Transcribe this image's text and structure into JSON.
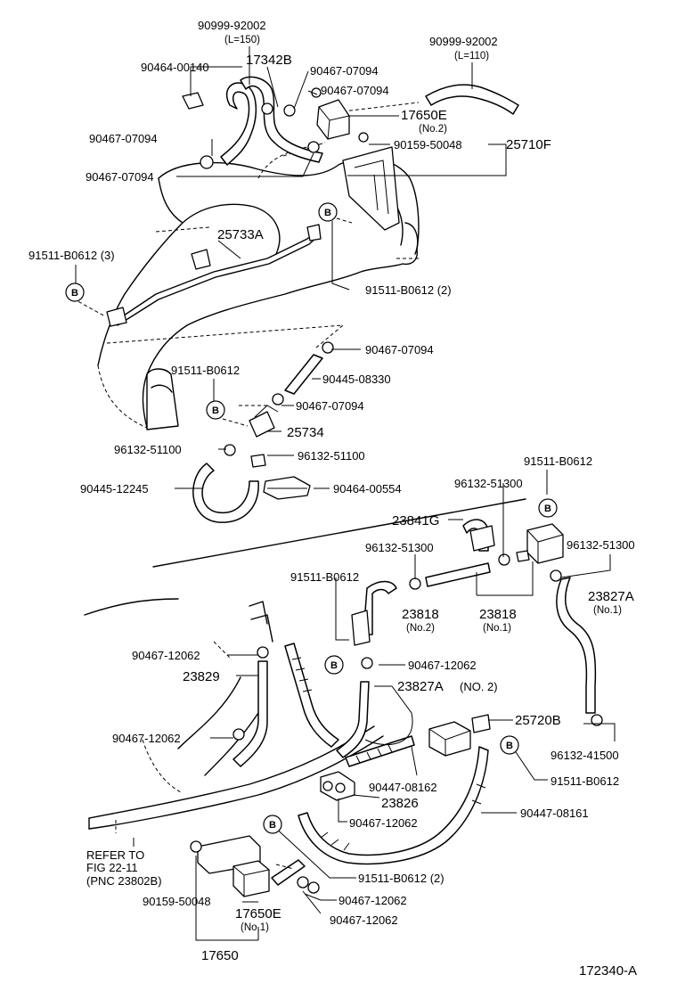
{
  "diagram_id": "172340-A",
  "refer_note": {
    "line1": "REFER TO",
    "line2": "FIG 22-11",
    "line3": "(PNC 23802B)"
  },
  "badge_letter": "B",
  "labels": {
    "l_90999_92002_a": "90999-92002",
    "l_L150": "(L=150)",
    "l_17342B": "17342B",
    "l_90464_00140": "90464-00140",
    "l_90467_07094_a": "90467-07094",
    "l_90467_07094_b": "90467-07094",
    "l_90999_92002_b": "90999-92002",
    "l_L110": "(L=110)",
    "l_17650E_a": "17650E",
    "l_no2_a": "(No.2)",
    "l_90467_07094_c": "90467-07094",
    "l_90159_50048_a": "90159-50048",
    "l_25710F": "25710F",
    "l_90467_07094_d": "90467-07094",
    "l_25733A": "25733A",
    "l_91511_B0612_3": "91511-B0612 (3)",
    "l_91511_B0612_2a": "91511-B0612 (2)",
    "l_90467_07094_e": "90467-07094",
    "l_90445_08330": "90445-08330",
    "l_91511_B0612_a": "91511-B0612",
    "l_90467_07094_f": "90467-07094",
    "l_25734": "25734",
    "l_96132_51100_a": "96132-51100",
    "l_96132_51100_b": "96132-51100",
    "l_90445_12245": "90445-12245",
    "l_90464_00554": "90464-00554",
    "l_91511_B0612_b": "91511-B0612",
    "l_96132_51300_a": "96132-51300",
    "l_23841G": "23841G",
    "l_96132_51300_b": "96132-51300",
    "l_96132_51300_c": "96132-51300",
    "l_91511_B0612_c": "91511-B0612",
    "l_23827A_a": "23827A",
    "l_no1_a": "(No.1)",
    "l_23818_a": "23818",
    "l_no2_b": "(No.2)",
    "l_23818_b": "23818",
    "l_no1_b": "(No.1)",
    "l_90467_12062_a": "90467-12062",
    "l_90467_12062_b": "90467-12062",
    "l_23829": "23829",
    "l_23827A_b": "23827A",
    "l_no2_c": "(NO. 2)",
    "l_90467_12062_c": "90467-12062",
    "l_25720B": "25720B",
    "l_96132_41500": "96132-41500",
    "l_90447_08162": "90447-08162",
    "l_91511_B0612_d": "91511-B0612",
    "l_23826": "23826",
    "l_90467_12062_d": "90467-12062",
    "l_90447_08161": "90447-08161",
    "l_91511_B0612_2b": "91511-B0612 (2)",
    "l_90467_12062_e": "90467-12062",
    "l_90159_50048_b": "90159-50048",
    "l_17650E_b": "17650E",
    "l_no1_c": "(No.1)",
    "l_90467_12062_f": "90467-12062",
    "l_17650": "17650"
  }
}
